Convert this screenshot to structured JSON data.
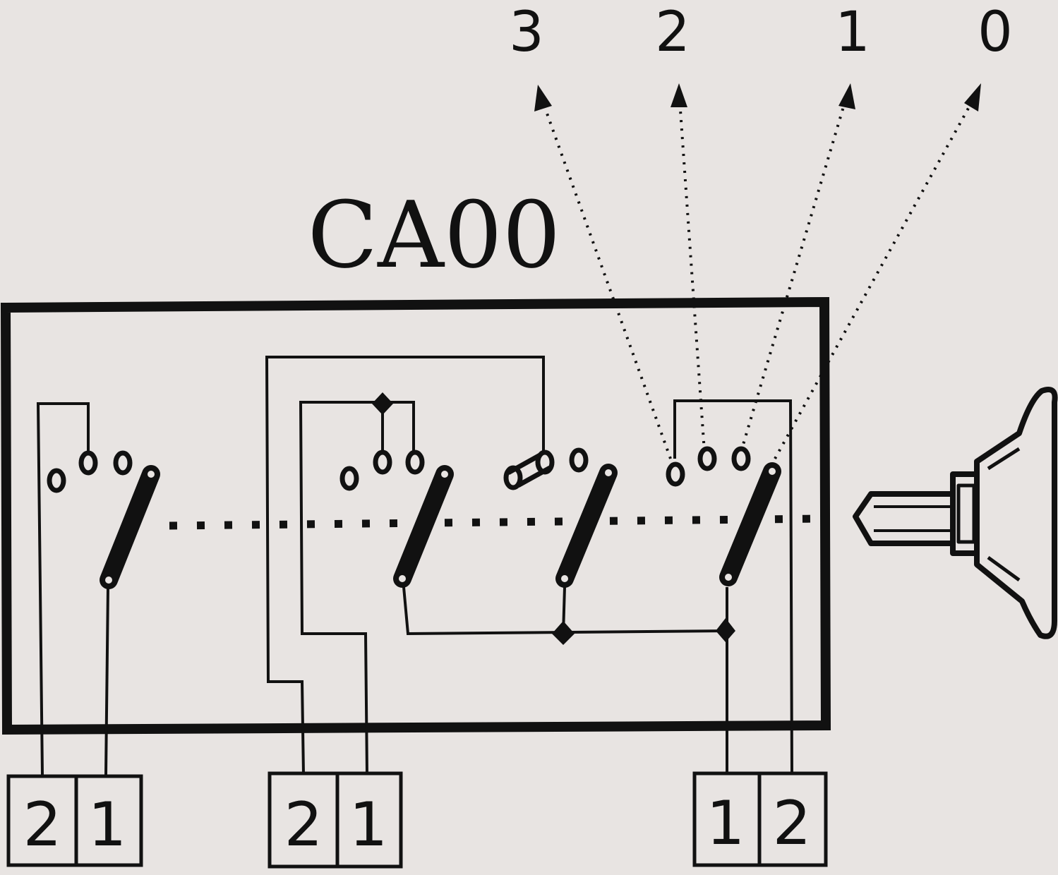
{
  "diagram": {
    "title": "CA00",
    "positions": [
      "3",
      "2",
      "1",
      "0"
    ],
    "terminal_blocks": [
      {
        "left": "2",
        "right": "1"
      },
      {
        "left": "2",
        "right": "1"
      },
      {
        "left": "1",
        "right": "2"
      }
    ]
  },
  "colors": {
    "background": "#e8e4e2",
    "ink": "#111111"
  }
}
